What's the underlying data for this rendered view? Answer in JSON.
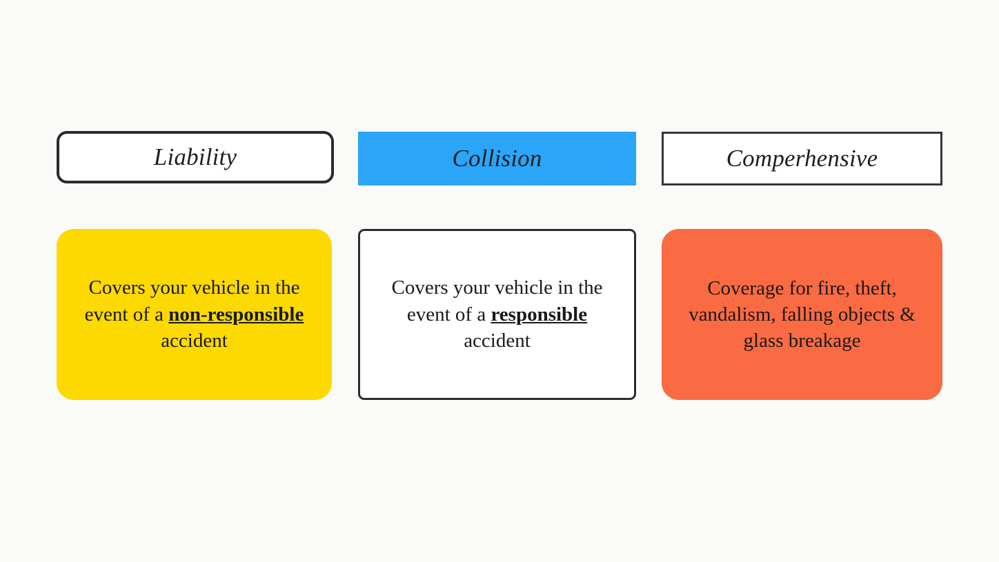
{
  "background_color": "#FAFAF8",
  "text_color": "#191919",
  "columns": [
    {
      "key": "liability",
      "header": {
        "label": "Liability",
        "fill": "#FFFFFF",
        "border_color": "#2B2B2B",
        "shape": "rounded-rectangle"
      },
      "card": {
        "fill": "#FCD900",
        "border_color": "none",
        "shape": "rounded-rectangle",
        "text_before": "Covers your vehicle in the event of a ",
        "text_emphasis": "non-responsible",
        "text_after": " accident",
        "full_text": "Covers your vehicle in the event of a non-responsible accident"
      }
    },
    {
      "key": "collision",
      "header": {
        "label": "Collision",
        "fill": "#2BA5F7",
        "border_color": "none",
        "shape": "rectangle"
      },
      "card": {
        "fill": "#FFFFFF",
        "border_color": "#2B2B2B",
        "shape": "rounded-rectangle",
        "text_before": "Covers your vehicle in the event of a ",
        "text_emphasis": "responsible",
        "text_after": " accident",
        "full_text": "Covers your vehicle in the event of a responsible accident"
      }
    },
    {
      "key": "comprehensive",
      "header": {
        "label": "Comperhensive",
        "fill": "#FFFFFF",
        "border_color": "#33363B",
        "shape": "rectangle"
      },
      "card": {
        "fill": "#FA6A43",
        "border_color": "none",
        "shape": "rounded-rectangle",
        "text_before": "Coverage for fire, theft, vandalism, falling objects & glass breakage",
        "text_emphasis": "",
        "text_after": "",
        "full_text": "Coverage for fire, theft, vandalism, falling objects & glass breakage"
      }
    }
  ]
}
